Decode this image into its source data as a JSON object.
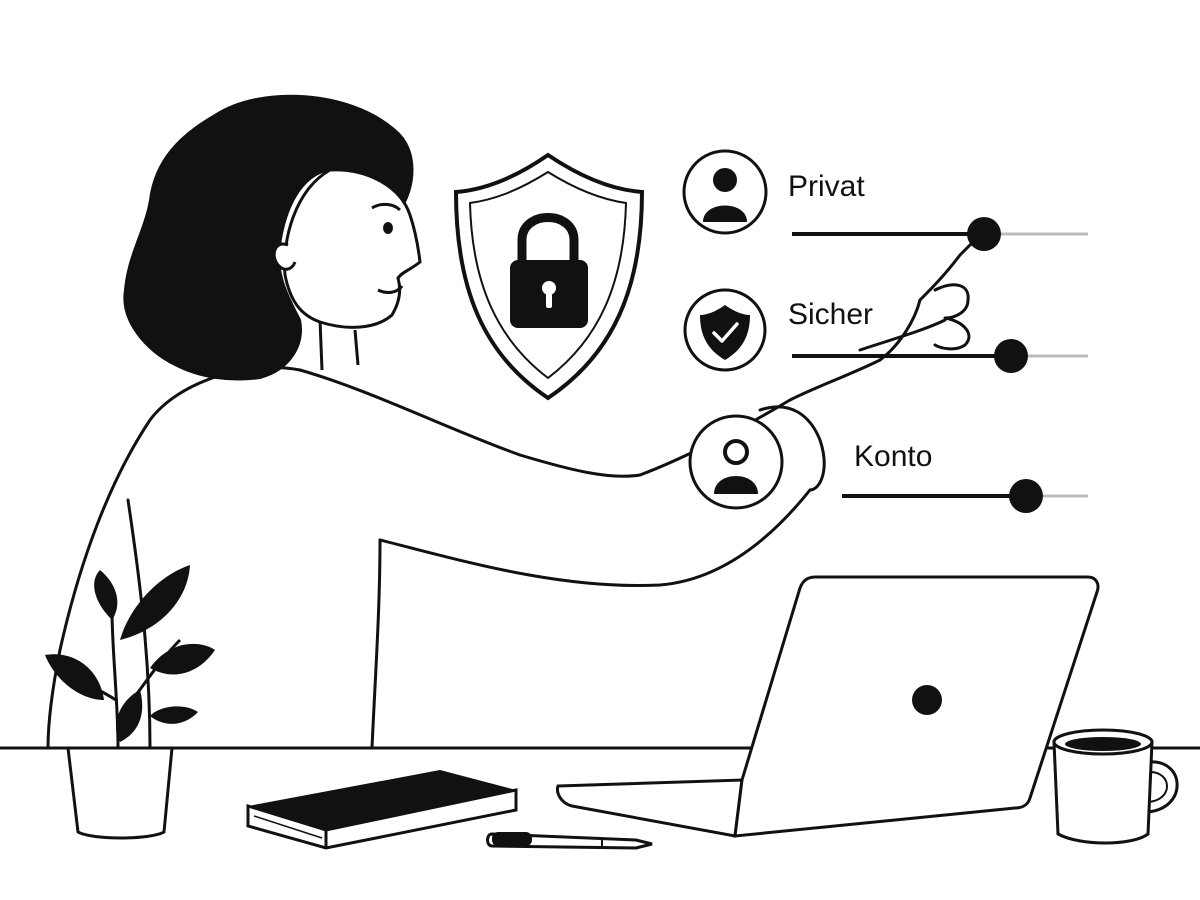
{
  "settings": {
    "items": [
      {
        "label": "Privat",
        "icon": "user-icon",
        "slider_fraction": 0.65
      },
      {
        "label": "Sicher",
        "icon": "shield-check-icon",
        "slider_fraction": 0.74
      },
      {
        "label": "Konto",
        "icon": "account-user-icon",
        "slider_fraction": 0.74
      }
    ]
  },
  "icons": {
    "central": "shield-lock-icon",
    "laptop_logo": "dot-icon"
  },
  "colors": {
    "ink": "#111111",
    "track_inactive": "#bbbbbb",
    "background": "#ffffff"
  }
}
